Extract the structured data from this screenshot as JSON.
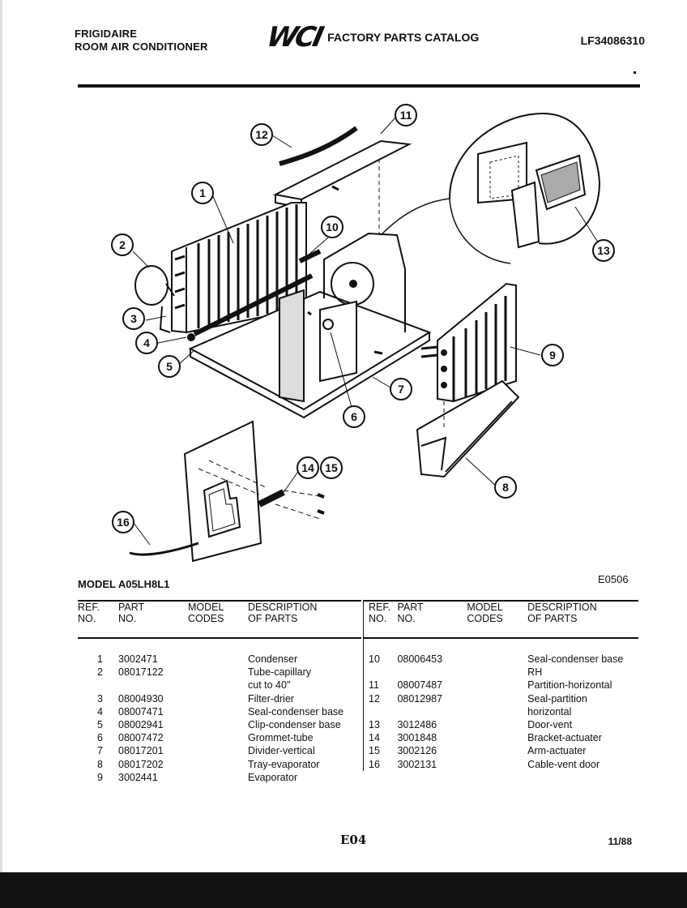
{
  "header": {
    "brand_line1": "FRIGIDAIRE",
    "brand_line2": "ROOM AIR CONDITIONER",
    "logo": "WCI",
    "catalog_title": "FACTORY PARTS CATALOG",
    "doc_number": "LF34086310"
  },
  "diagram": {
    "callouts": [
      "1",
      "2",
      "3",
      "4",
      "5",
      "6",
      "7",
      "8",
      "9",
      "10",
      "11",
      "12",
      "13",
      "14",
      "15",
      "16"
    ]
  },
  "model_line": "MODEL A05LH8L1",
  "diagram_code": "E0506",
  "table": {
    "headers": {
      "ref_1": "REF.",
      "ref_2": "NO.",
      "part_1": "PART",
      "part_2": "NO.",
      "model_1": "MODEL",
      "model_2": "CODES",
      "desc_1": "DESCRIPTION",
      "desc_2": "OF PARTS"
    },
    "left_rows": [
      {
        "ref": "1",
        "part": "3002471",
        "model": "",
        "desc": "Condenser",
        "desc2": ""
      },
      {
        "ref": "2",
        "part": "08017122",
        "model": "",
        "desc": "Tube-capillary",
        "desc2": "cut to 40\""
      },
      {
        "ref": "3",
        "part": "08004930",
        "model": "",
        "desc": "Filter-drier",
        "desc2": ""
      },
      {
        "ref": "4",
        "part": "08007471",
        "model": "",
        "desc": "Seal-condenser base",
        "desc2": ""
      },
      {
        "ref": "5",
        "part": "08002941",
        "model": "",
        "desc": "Clip-condenser base",
        "desc2": ""
      },
      {
        "ref": "6",
        "part": "08007472",
        "model": "",
        "desc": "Grommet-tube",
        "desc2": ""
      },
      {
        "ref": "7",
        "part": "08017201",
        "model": "",
        "desc": "Divider-vertical",
        "desc2": ""
      },
      {
        "ref": "8",
        "part": "08017202",
        "model": "",
        "desc": "Tray-evaporator",
        "desc2": ""
      },
      {
        "ref": "9",
        "part": "3002441",
        "model": "",
        "desc": "Evaporator",
        "desc2": ""
      }
    ],
    "right_rows": [
      {
        "ref": "10",
        "part": "08006453",
        "model": "",
        "desc": "Seal-condenser base",
        "desc2": "RH"
      },
      {
        "ref": "11",
        "part": "08007487",
        "model": "",
        "desc": "Partition-horizontal",
        "desc2": ""
      },
      {
        "ref": "12",
        "part": "08012987",
        "model": "",
        "desc": "Seal-partition",
        "desc2": "horizontal"
      },
      {
        "ref": "13",
        "part": "3012486",
        "model": "",
        "desc": "Door-vent",
        "desc2": ""
      },
      {
        "ref": "14",
        "part": "3001848",
        "model": "",
        "desc": "Bracket-actuater",
        "desc2": ""
      },
      {
        "ref": "15",
        "part": "3002126",
        "model": "",
        "desc": "Arm-actuater",
        "desc2": ""
      },
      {
        "ref": "16",
        "part": "3002131",
        "model": "",
        "desc": "Cable-vent door",
        "desc2": ""
      }
    ]
  },
  "footer": {
    "page": "E04",
    "date": "11/88"
  }
}
